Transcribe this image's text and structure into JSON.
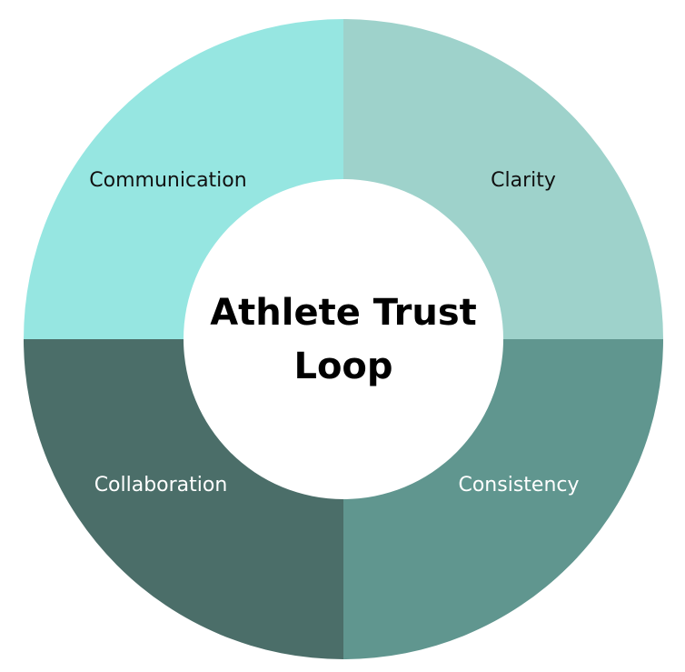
{
  "diagram": {
    "center_title_lines": [
      "Athlete Trust",
      "Loop"
    ],
    "center_fill": "#ffffff",
    "segments": [
      {
        "label": "Communication",
        "color": "#96e6e1",
        "text_color": "#111111"
      },
      {
        "label": "Clarity",
        "color": "#9ed2cb",
        "text_color": "#111111"
      },
      {
        "label": "Consistency",
        "color": "#60968f",
        "text_color": "#ffffff"
      },
      {
        "label": "Collaboration",
        "color": "#4b6e69",
        "text_color": "#ffffff"
      }
    ]
  }
}
